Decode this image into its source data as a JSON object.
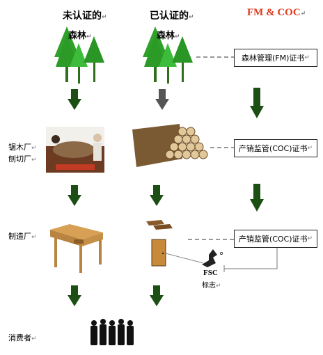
{
  "headers": {
    "col1": "未认证的",
    "col1_line2": "森林",
    "col2": "已认证的",
    "col2_line2": "森林",
    "col3": "FM & COC"
  },
  "stages": {
    "sawmill": "锯木厂",
    "planing": "刨切厂",
    "manufacturer": "制造厂",
    "consumer": "消费者"
  },
  "certificates": {
    "fm": "森林管理(FM)证书",
    "coc1": "产销监管(COC)证书",
    "coc2": "产销监管(COC)证书"
  },
  "fsc": {
    "logo_text": "FSC",
    "label": "标志"
  },
  "colors": {
    "arrow_green": "#1c4f14",
    "arrow_gray": "#555555",
    "tree_green": "#2fa12a",
    "header_red": "#e03a1e"
  },
  "return_mark": "↵"
}
